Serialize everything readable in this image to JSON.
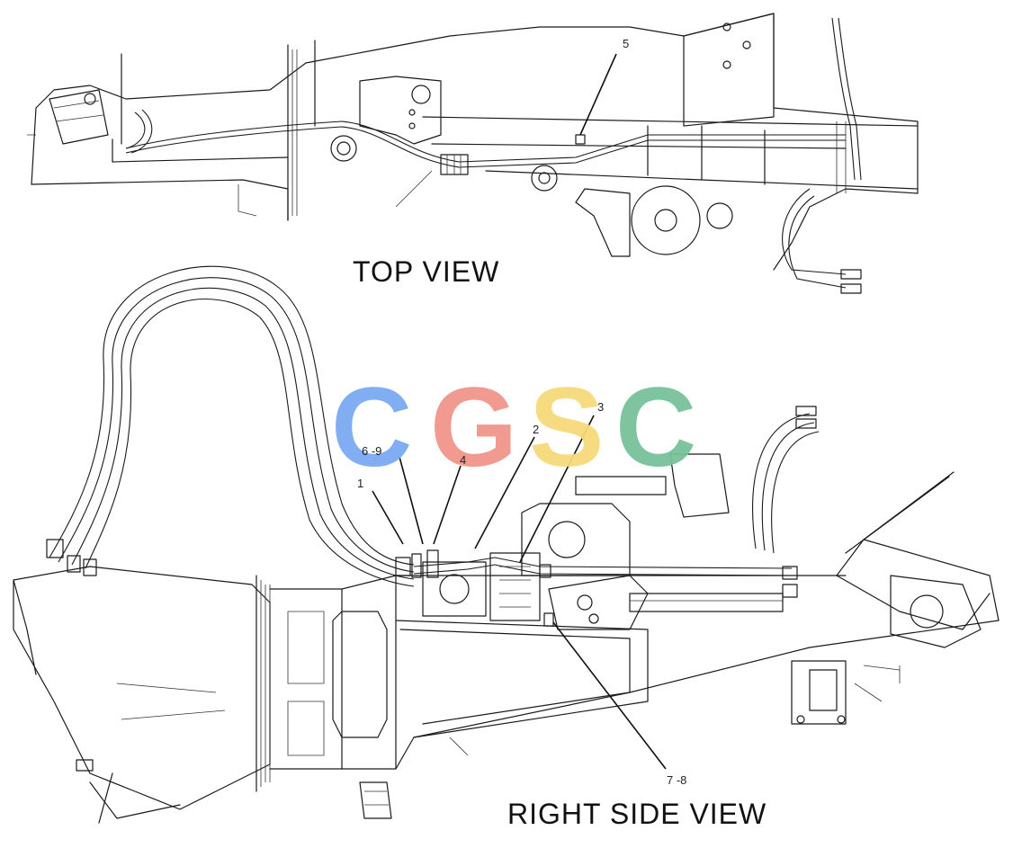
{
  "views": {
    "top": "TOP VIEW",
    "side": "RIGHT SIDE VIEW"
  },
  "callouts": {
    "c1": "1",
    "c2": "2",
    "c3": "3",
    "c4": "4",
    "c5": "5",
    "c6_9": "6 -9",
    "c7_8": "7 -8"
  },
  "watermark": {
    "letters": [
      "C",
      "G",
      "S",
      "C"
    ],
    "colors": [
      "#7aaaf2",
      "#f0958a",
      "#f6d97a",
      "#77c29a"
    ]
  }
}
